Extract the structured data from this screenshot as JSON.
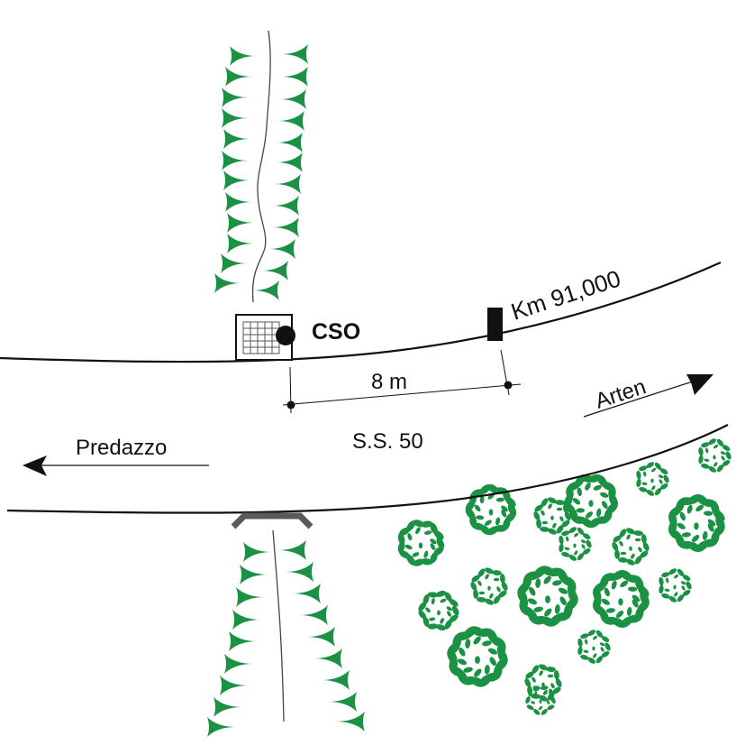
{
  "diagram": {
    "station_label": "CSO",
    "kilometre_marker_label": "Km 91,000",
    "distance_label": "8 m",
    "road_label": "S.S. 50",
    "direction_west_label": "Predazzo",
    "direction_east_label": "Arten"
  },
  "colors": {
    "vegetation": "#1a9143",
    "road_line": "#111111",
    "bridge": "#5a5a5a",
    "stream": "#444444"
  }
}
